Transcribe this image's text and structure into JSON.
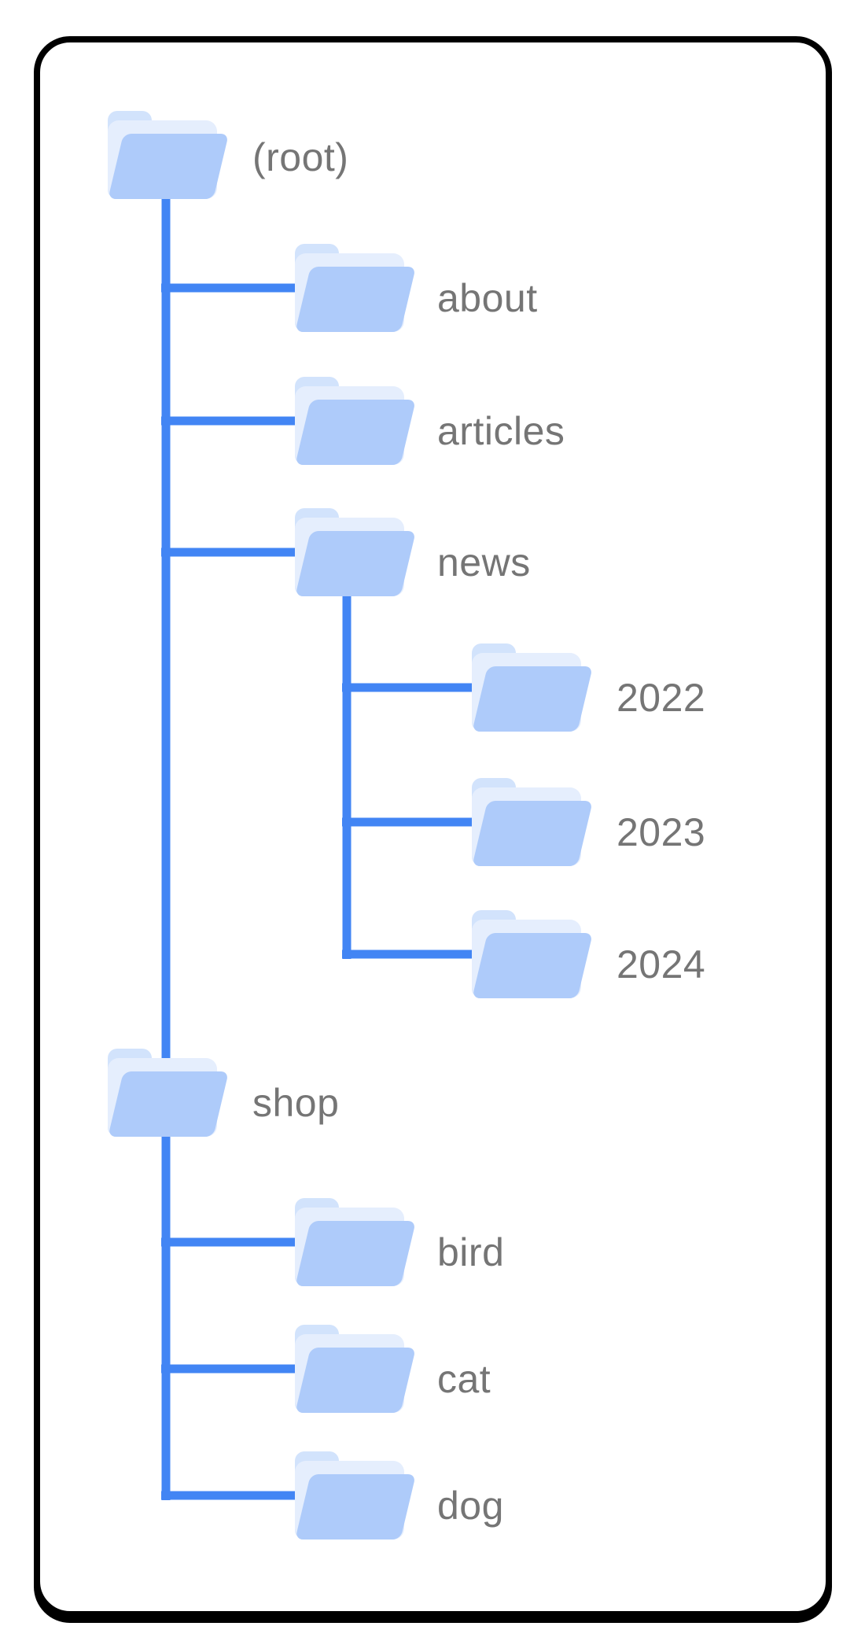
{
  "diagram": {
    "type": "folder-tree-sitemap",
    "colors": {
      "connector_line": "#4285F4",
      "folder_front": "#AECBFA",
      "folder_back": "#D2E3FC",
      "folder_middle": "#E5EEFD",
      "label_text": "#757575",
      "card_border": "#000000",
      "card_background": "#ffffff"
    },
    "nodes": {
      "root": {
        "label": "(root)"
      },
      "about": {
        "label": "about"
      },
      "articles": {
        "label": "articles"
      },
      "news": {
        "label": "news"
      },
      "y2022": {
        "label": "2022"
      },
      "y2023": {
        "label": "2023"
      },
      "y2024": {
        "label": "2024"
      },
      "shop": {
        "label": "shop"
      },
      "bird": {
        "label": "bird"
      },
      "cat": {
        "label": "cat"
      },
      "dog": {
        "label": "dog"
      }
    },
    "hierarchy": {
      "(root)": [
        "about",
        "articles",
        "news",
        "shop"
      ],
      "news": [
        "2022",
        "2023",
        "2024"
      ],
      "shop": [
        "bird",
        "cat",
        "dog"
      ]
    }
  }
}
